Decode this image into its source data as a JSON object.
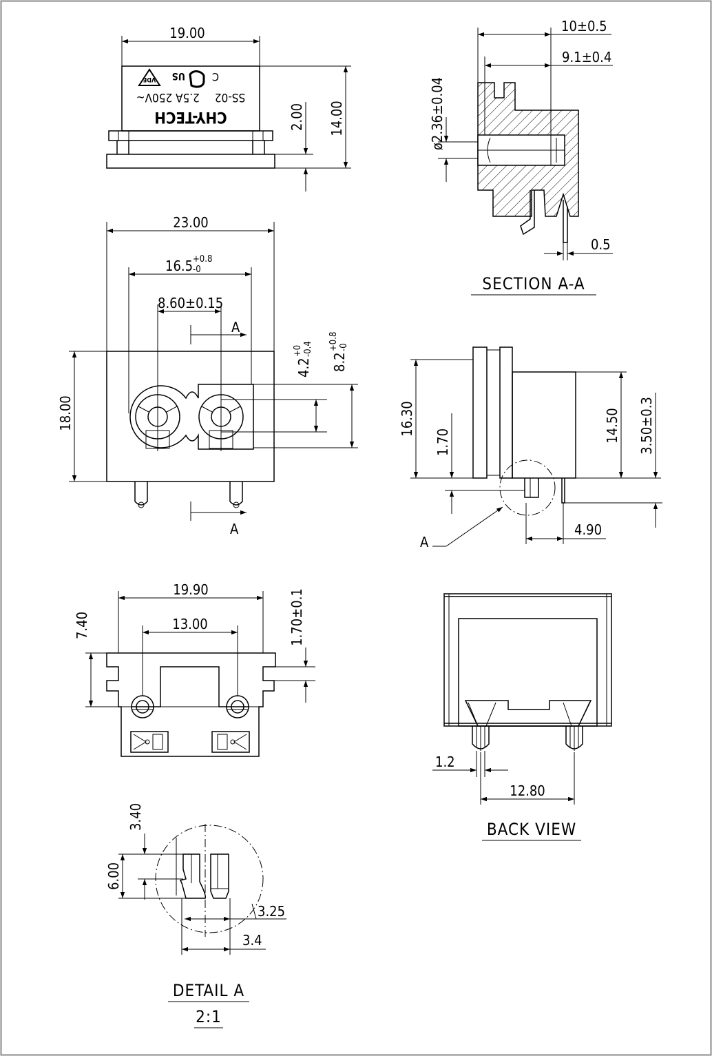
{
  "views": {
    "top": {
      "width": "19.00",
      "height": "14.00",
      "flange": "2.00",
      "label_brand": "CHY-TECH",
      "label_model": "SS-02",
      "label_rating": "2.5A 250V~",
      "label_us": "US",
      "label_c": "C",
      "label_vde": "VDE"
    },
    "front": {
      "width": "23.00",
      "span_base": "16.5",
      "span_tol_top": "+0.8",
      "span_tol_bot": "-0",
      "pitch": "8.60±0.15",
      "height": "18.00",
      "hole_base": "4.2",
      "hole_tol_top": "+0",
      "hole_tol_bot": "-0.4",
      "outer_base": "8.2",
      "outer_tol_top": "+0.8",
      "outer_tol_bot": "-0",
      "section_mark_top": "A",
      "section_mark_bottom": "A"
    },
    "section": {
      "depth": "10±0.5",
      "depth_inner": "9.1±0.4",
      "pin_diameter": "ø2.36±0.04",
      "tab": "0.5",
      "title": "SECTION A-A"
    },
    "side": {
      "total": "16.30",
      "flange": "1.70",
      "body": "14.50",
      "offset": "3.50±0.3",
      "pin_offset": "4.90",
      "detail_callout": "A"
    },
    "bottom": {
      "width": "19.90",
      "pitch": "13.00",
      "depth": "7.40",
      "lip": "1.70±0.1"
    },
    "back": {
      "pin_width": "1.2",
      "pitch": "12.80",
      "title": "BACK VIEW"
    },
    "detail": {
      "height_a": "3.40",
      "height_b": "6.00",
      "width_a": "3.25",
      "width_b": "3.4",
      "title": "DETAIL A",
      "scale": "2:1"
    }
  }
}
